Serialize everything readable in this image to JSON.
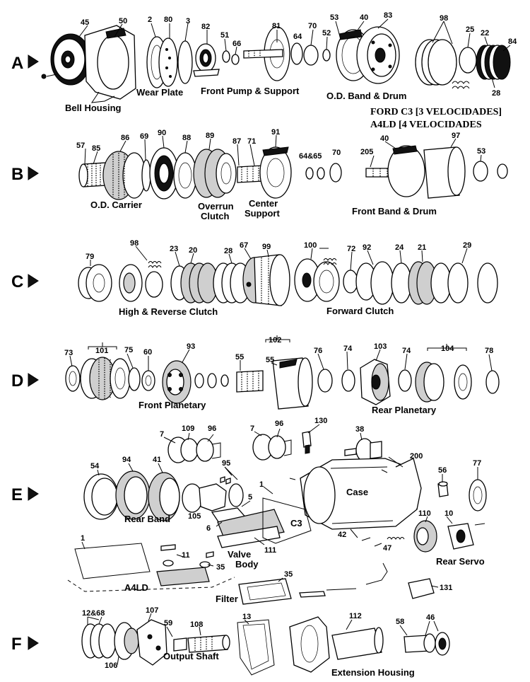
{
  "title": {
    "line1": "FORD C3 [3 VELOCIDADES]",
    "line2": "A4LD [4 VELOCIDADES"
  },
  "rows": [
    "A",
    "B",
    "C",
    "D",
    "E",
    "F"
  ],
  "captions": {
    "bell_housing": "Bell Housing",
    "wear_plate": "Wear Plate",
    "front_pump": "Front Pump & Support",
    "od_band_drum": "O.D. Band & Drum",
    "od_carrier": "O.D. Carrier",
    "overrun_1": "Overrun",
    "overrun_2": "Clutch",
    "center_1": "Center",
    "center_2": "Support",
    "front_band_drum": "Front Band & Drum",
    "high_reverse": "High & Reverse Clutch",
    "forward_clutch": "Forward Clutch",
    "front_planetary": "Front Planetary",
    "rear_planetary": "Rear Planetary",
    "rear_band": "Rear Band",
    "case": "Case",
    "c3": "C3",
    "valve_1": "Valve",
    "valve_2": "Body",
    "a4ld": "A4LD",
    "filter": "Filter",
    "rear_servo": "Rear Servo",
    "output_shaft": "Output Shaft",
    "extension_housing": "Extension Housing"
  },
  "numbers": {
    "a": [
      "45",
      "50",
      "2",
      "80",
      "3",
      "82",
      "51",
      "66",
      "81",
      "70",
      "64",
      "52",
      "53",
      "40",
      "83",
      "98",
      "25",
      "22",
      "84",
      "28"
    ],
    "b": [
      "57",
      "85",
      "86",
      "69",
      "90",
      "88",
      "89",
      "87",
      "71",
      "91",
      "64&65",
      "70",
      "205",
      "40",
      "97",
      "53"
    ],
    "c": [
      "79",
      "98",
      "23",
      "20",
      "28",
      "67",
      "99",
      "100",
      "72",
      "92",
      "24",
      "21",
      "29"
    ],
    "d": [
      "73",
      "101",
      "75",
      "60",
      "93",
      "55",
      "102",
      "55",
      "76",
      "74",
      "103",
      "74",
      "104",
      "78"
    ],
    "e": [
      "7",
      "109",
      "96",
      "7",
      "96",
      "130",
      "38",
      "54",
      "94",
      "41",
      "95",
      "1",
      "200",
      "56",
      "77",
      "105",
      "5",
      "6",
      "110",
      "10",
      "11",
      "35",
      "111",
      "42",
      "47",
      "1",
      "35",
      "131"
    ],
    "f": [
      "12&68",
      "107",
      "106",
      "59",
      "108",
      "13",
      "112",
      "58",
      "46"
    ]
  }
}
